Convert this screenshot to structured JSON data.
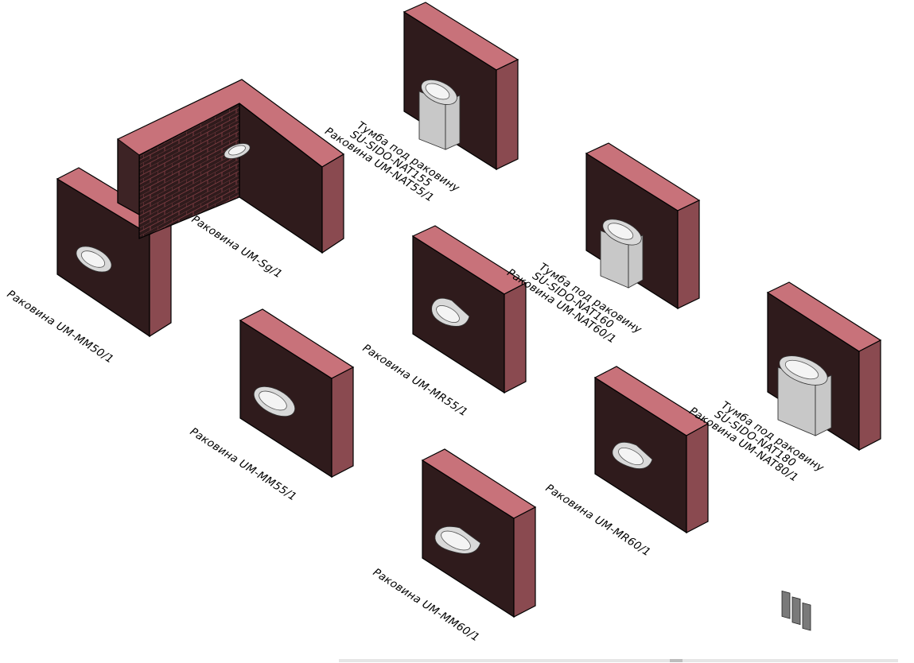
{
  "colors": {
    "wall_front": "#2f1b1c",
    "wall_top": "#c8727a",
    "wall_side": "#8a4a50",
    "brick_mortar": "#7a3a40"
  },
  "labels": {
    "um_mm50": "Раковина UM-MM50/1",
    "um_sg": "Раковина UM-Sg/1",
    "nat55": [
      "Тумба под раковину",
      "SU-SIDO-NAT155",
      "Раковина UM-NAT55/1"
    ],
    "nat60": [
      "Тумба под раковину",
      "SU-SIDO-NAT160",
      "Раковина UM-NAT60/1"
    ],
    "nat80": [
      "Тумба под раковину",
      "SU-SIDO-NAT180",
      "Раковина UM-NAT80/1"
    ],
    "um_mr55": "Раковина UM-MR55/1",
    "um_mm55": "Раковина UM-MM55/1",
    "um_mr60": "Раковина UM-MR60/1",
    "um_mm60": "Раковина UM-MM60/1"
  }
}
